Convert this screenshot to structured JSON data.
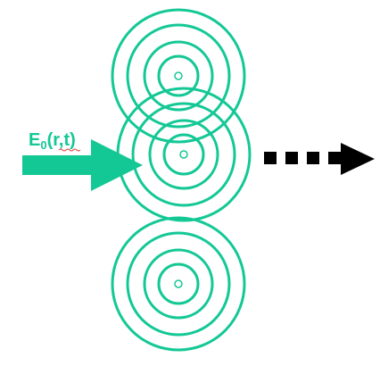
{
  "colors": {
    "wave": "#14c896",
    "incident_arrow": "#14c896",
    "scattered_arrow": "#000000",
    "label": "#14c896",
    "spellcheck_underline": "#e23b3b"
  },
  "incident_field": {
    "symbol": "E",
    "subscript": "0",
    "argument": "(r,t)"
  },
  "scatterers": [
    {
      "name": "top"
    },
    {
      "name": "middle"
    },
    {
      "name": "bottom"
    }
  ]
}
